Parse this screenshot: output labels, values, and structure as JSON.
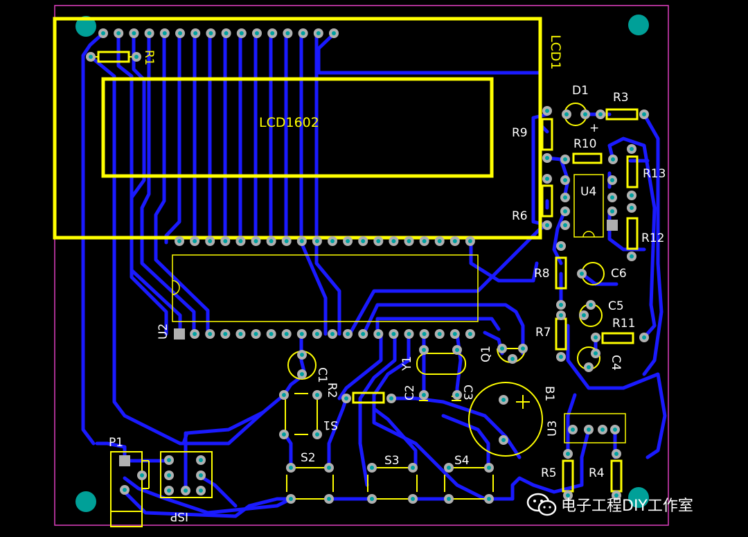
{
  "colors": {
    "background": "#000000",
    "board_outline": "#e040c0",
    "trace": "#1a1aff",
    "silkscreen": "#ffff00",
    "pad": "#b0b0b0",
    "via_hole": "#00a0a0",
    "mounting_hole": "#00a098"
  },
  "labels": {
    "lcd": "LCD1",
    "lcd_part": "LCD1602",
    "r1": "R1",
    "d1": "D1",
    "r3": "R3",
    "r9": "R9",
    "r10": "R10",
    "r13": "R13",
    "u4": "U4",
    "r6": "R6",
    "r12": "R12",
    "r8": "R8",
    "c6": "C6",
    "c5": "C5",
    "r7": "R7",
    "r11": "R11",
    "c4": "C4",
    "u2": "U2",
    "q1": "Q1",
    "y1": "Y1",
    "c1": "C1",
    "r2": "R2",
    "s1": "S1",
    "c2": "C2",
    "c3": "C3",
    "b1": "B1",
    "u3": "U3",
    "p1": "P1",
    "s2": "S2",
    "s3": "S3",
    "s4": "S4",
    "r5": "R5",
    "r4": "R4",
    "isp": "ISP",
    "plus": "+"
  },
  "watermark": {
    "icon": "wechat-icon",
    "text": "电子工程DIY工作室"
  }
}
